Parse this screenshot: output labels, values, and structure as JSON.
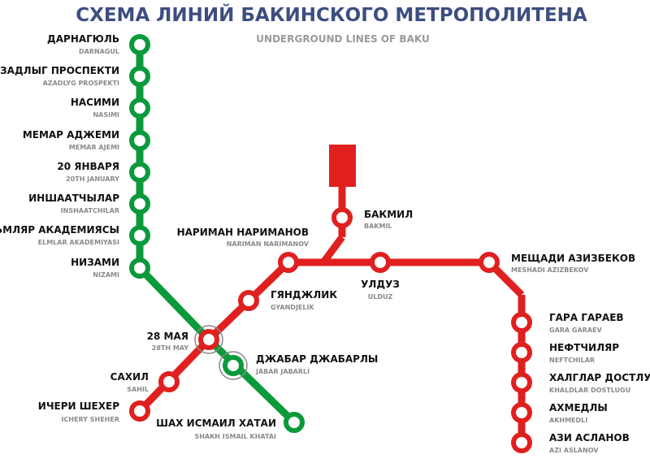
{
  "title": "СХЕМА ЛИНИЙ БАКИНСКОГО МЕТРОПОЛИТЕНА",
  "subtitle": "UNDERGROUND LINES OF BAKU",
  "colors": {
    "title": "#3d4e80",
    "subtitle": "#9a9a9a",
    "green_line": "#0a9a3a",
    "red_line": "#e0201f",
    "station_fill": "#ffffff"
  },
  "stations": {
    "darnagul": {
      "ru": "ДАРНАГЮЛЬ",
      "en": "DARNAGUL"
    },
    "azadlyg": {
      "ru": "АЗАДЛЫГ ПРОСПЕКТИ",
      "en": "AZADLYG PROSPEKTI"
    },
    "nasimi": {
      "ru": "НАСИМИ",
      "en": "NASIMI"
    },
    "memar_ajemi": {
      "ru": "МЕМАР АДЖЕМИ",
      "en": "MEMAR AJEMI"
    },
    "20_january": {
      "ru": "20 ЯНВАРЯ",
      "en": "20TH JANUARY"
    },
    "inshaatchilar": {
      "ru": "ИНШААТЧЫЛАР",
      "en": "INSHAATCHILAR"
    },
    "elmlar": {
      "ru": "ЭЛЬМЛЯР АКАДЕМИЯСЫ",
      "en": "ELMLAR AKADEMIYASI"
    },
    "nizami": {
      "ru": "НИЗАМИ",
      "en": "NIZAMI"
    },
    "28_may": {
      "ru": "28 МАЯ",
      "en": "28TH MAY"
    },
    "jabar": {
      "ru": "ДЖАБАР ДЖАБАРЛЫ",
      "en": "JABAR JABARLI"
    },
    "khatai": {
      "ru": "ШАХ ИСМАИЛ ХАТАИ",
      "en": "SHAKH ISMAIL KHATAI"
    },
    "sahil": {
      "ru": "САХИЛ",
      "en": "SAHIL"
    },
    "icheri": {
      "ru": "ИЧЕРИ ШЕХЕР",
      "en": "ICHERY SHEHER"
    },
    "gyandjelik": {
      "ru": "ГЯНДЖЛИК",
      "en": "GYANDJELIK"
    },
    "nariman": {
      "ru": "НАРИМАН НАРИМАНОВ",
      "en": "NARIMAN NARIMANOV"
    },
    "bakmil": {
      "ru": "БАКМИЛ",
      "en": "BAKMIL"
    },
    "ulduz": {
      "ru": "УЛДУЗ",
      "en": "ULDUZ"
    },
    "meshadi": {
      "ru": "МЕЩАДИ АЗИЗБЕКОВ",
      "en": "MESHADI AZIZBEKOV"
    },
    "gara": {
      "ru": "ГАРА ГАРАЕВ",
      "en": "GARA GARAEV"
    },
    "neftchilar": {
      "ru": "НЕФТЧИЛЯР",
      "en": "NEFTCHILAR"
    },
    "khalglar": {
      "ru": "ХАЛГЛАР ДОСТЛУГУ",
      "en": "KHALDLAR DOSTLUGU"
    },
    "akhmedli": {
      "ru": "АХМЕДЛЫ",
      "en": "AKHMEDLI"
    },
    "azi": {
      "ru": "АЗИ АСЛАНОВ",
      "en": "AZI ASLANOV"
    }
  }
}
